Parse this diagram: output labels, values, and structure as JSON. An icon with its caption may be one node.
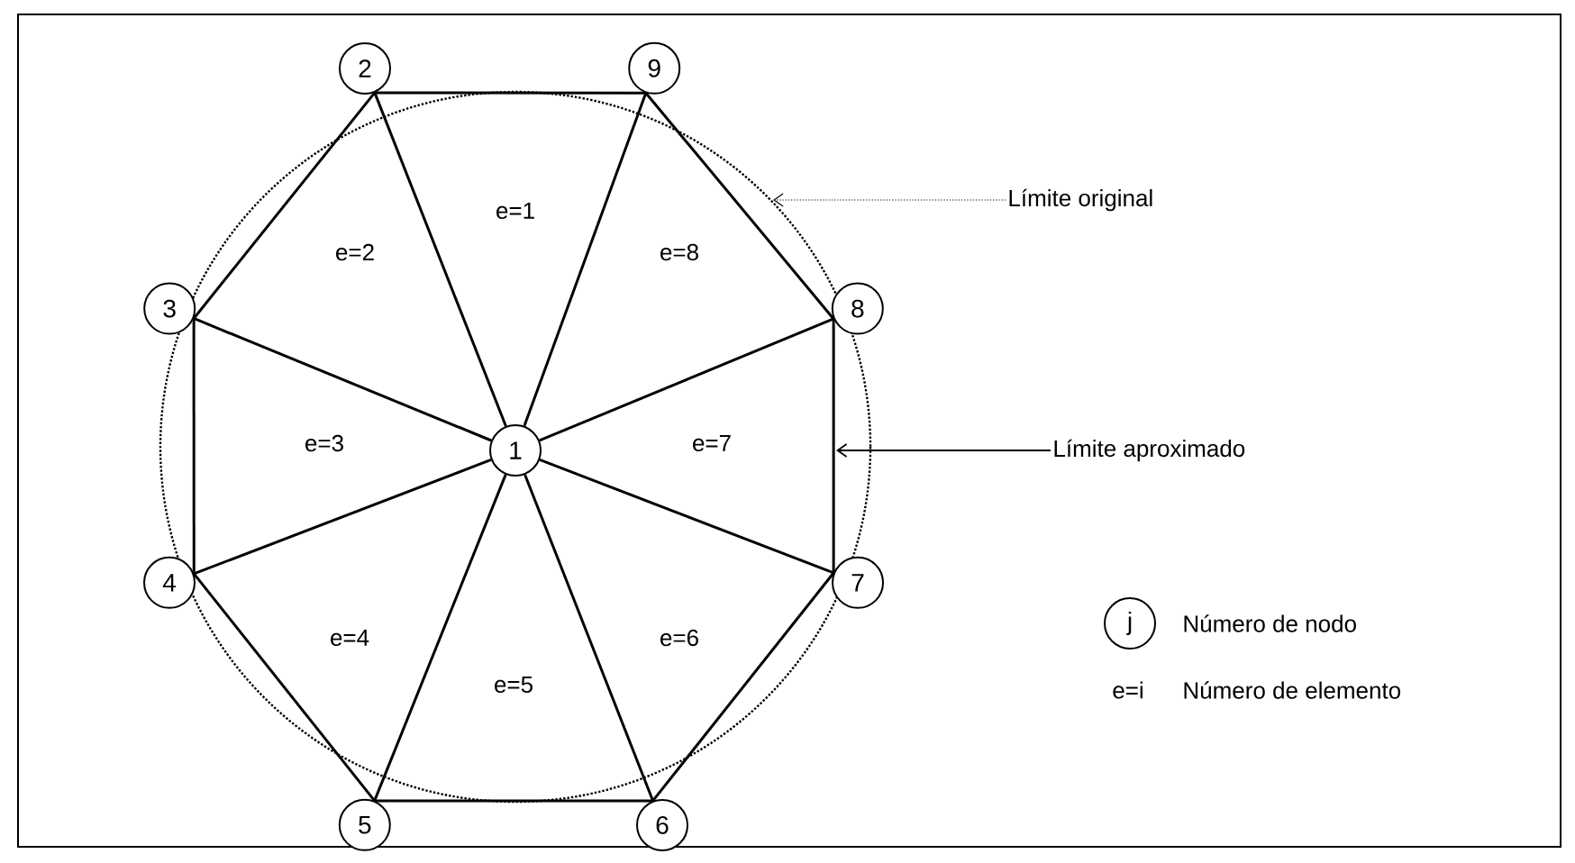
{
  "diagram": {
    "nodes": [
      {
        "text": [
          "1"
        ]
      },
      {
        "text": [
          "2"
        ]
      },
      {
        "text": [
          "3"
        ]
      },
      {
        "text": [
          "4"
        ]
      },
      {
        "text": [
          "5"
        ]
      },
      {
        "text": [
          "6"
        ]
      },
      {
        "text": [
          "7"
        ]
      },
      {
        "text": [
          "8"
        ]
      },
      {
        "text": [
          "9"
        ]
      },
      {
        "text": [
          "Límite original"
        ]
      },
      {
        "text": [
          "Límite aproximado"
        ]
      },
      {
        "text": [
          "j"
        ]
      }
    ],
    "edges": [
      {
        "from": 0,
        "to": 1,
        "arrow": "none"
      },
      {
        "from": 0,
        "to": 2,
        "arrow": "none"
      },
      {
        "from": 0,
        "to": 3,
        "arrow": "none"
      },
      {
        "from": 0,
        "to": 4,
        "arrow": "none"
      },
      {
        "from": 0,
        "to": 5,
        "arrow": "none"
      },
      {
        "from": 0,
        "to": 6,
        "arrow": "none"
      },
      {
        "from": 0,
        "to": 7,
        "arrow": "none"
      },
      {
        "from": 0,
        "to": 8,
        "arrow": "none"
      },
      {
        "from": 1,
        "to": 8,
        "arrow": "none"
      },
      {
        "from": 8,
        "to": 7,
        "arrow": "none"
      },
      {
        "from": 7,
        "to": 6,
        "arrow": "none"
      },
      {
        "from": 6,
        "to": 5,
        "arrow": "none"
      },
      {
        "from": 5,
        "to": 4,
        "arrow": "none"
      },
      {
        "from": 4,
        "to": 3,
        "arrow": "none"
      },
      {
        "from": 3,
        "to": 2,
        "arrow": "none"
      },
      {
        "from": 2,
        "to": 1,
        "arrow": "none"
      },
      {
        "from": 9,
        "to": null,
        "arrow": "to",
        "style": "dashed"
      },
      {
        "from": 10,
        "to": null,
        "arrow": "to"
      }
    ],
    "labels": [
      "e=1",
      "e=2",
      "e=8",
      "e=3",
      "e=7",
      "e=4",
      "e=6",
      "e=5",
      "e=i"
    ],
    "legend": [
      {
        "text": "Número de nodo"
      },
      {
        "text": "Número de elemento"
      }
    ]
  }
}
